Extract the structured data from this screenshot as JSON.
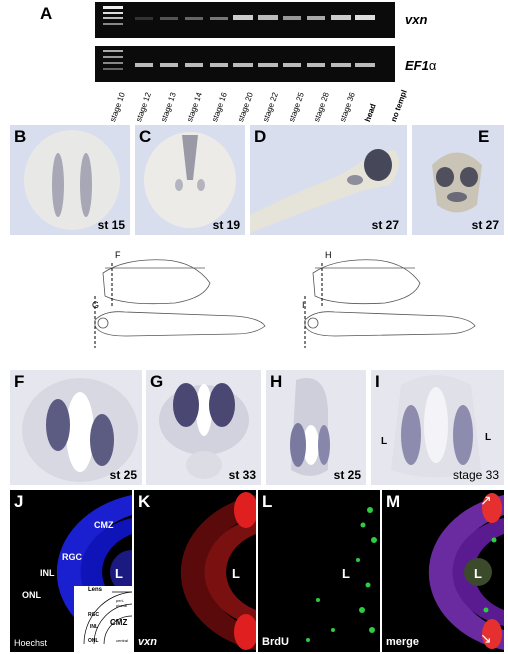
{
  "panelA": {
    "label": "A",
    "gene1": "vxn",
    "gene2": "EF1",
    "gene2_suffix": "α",
    "lanes": [
      "stage 10",
      "stage 12",
      "stage 13",
      "stage 14",
      "stage 16",
      "stage 20",
      "stage 22",
      "stage 25",
      "stage 28",
      "stage 36",
      "head",
      "no templ"
    ]
  },
  "embryos": [
    {
      "label": "B",
      "stage": "st 15"
    },
    {
      "label": "C",
      "stage": "st 19"
    },
    {
      "label": "D",
      "stage": "st 27"
    },
    {
      "label": "E",
      "stage": "st 27"
    }
  ],
  "diagram": {
    "left_labels": [
      "F",
      "G"
    ],
    "right_labels": [
      "H",
      "I"
    ]
  },
  "sections": [
    {
      "label": "F",
      "stage": "st 25"
    },
    {
      "label": "G",
      "stage": "st 33"
    },
    {
      "label": "H",
      "stage": "st 25"
    },
    {
      "label": "I",
      "stage": "stage 33",
      "lumen": "L"
    }
  ],
  "fluorescence": [
    {
      "label": "J",
      "caption": "Hoechst",
      "cmz": "CMZ",
      "rgc": "RGC",
      "inl": "INL",
      "onl": "ONL",
      "lumen": "L"
    },
    {
      "label": "K",
      "caption": "vxn",
      "lumen": "L"
    },
    {
      "label": "L",
      "caption": "BrdU",
      "lumen": "L"
    },
    {
      "label": "M",
      "caption": "merge",
      "lumen": "L"
    }
  ],
  "inset": {
    "lens": "Lens",
    "rgc": "RGC",
    "inl": "INL",
    "onl": "ONL",
    "cmz": "CMZ",
    "peripheral": "peri-pheral",
    "central": "central"
  }
}
